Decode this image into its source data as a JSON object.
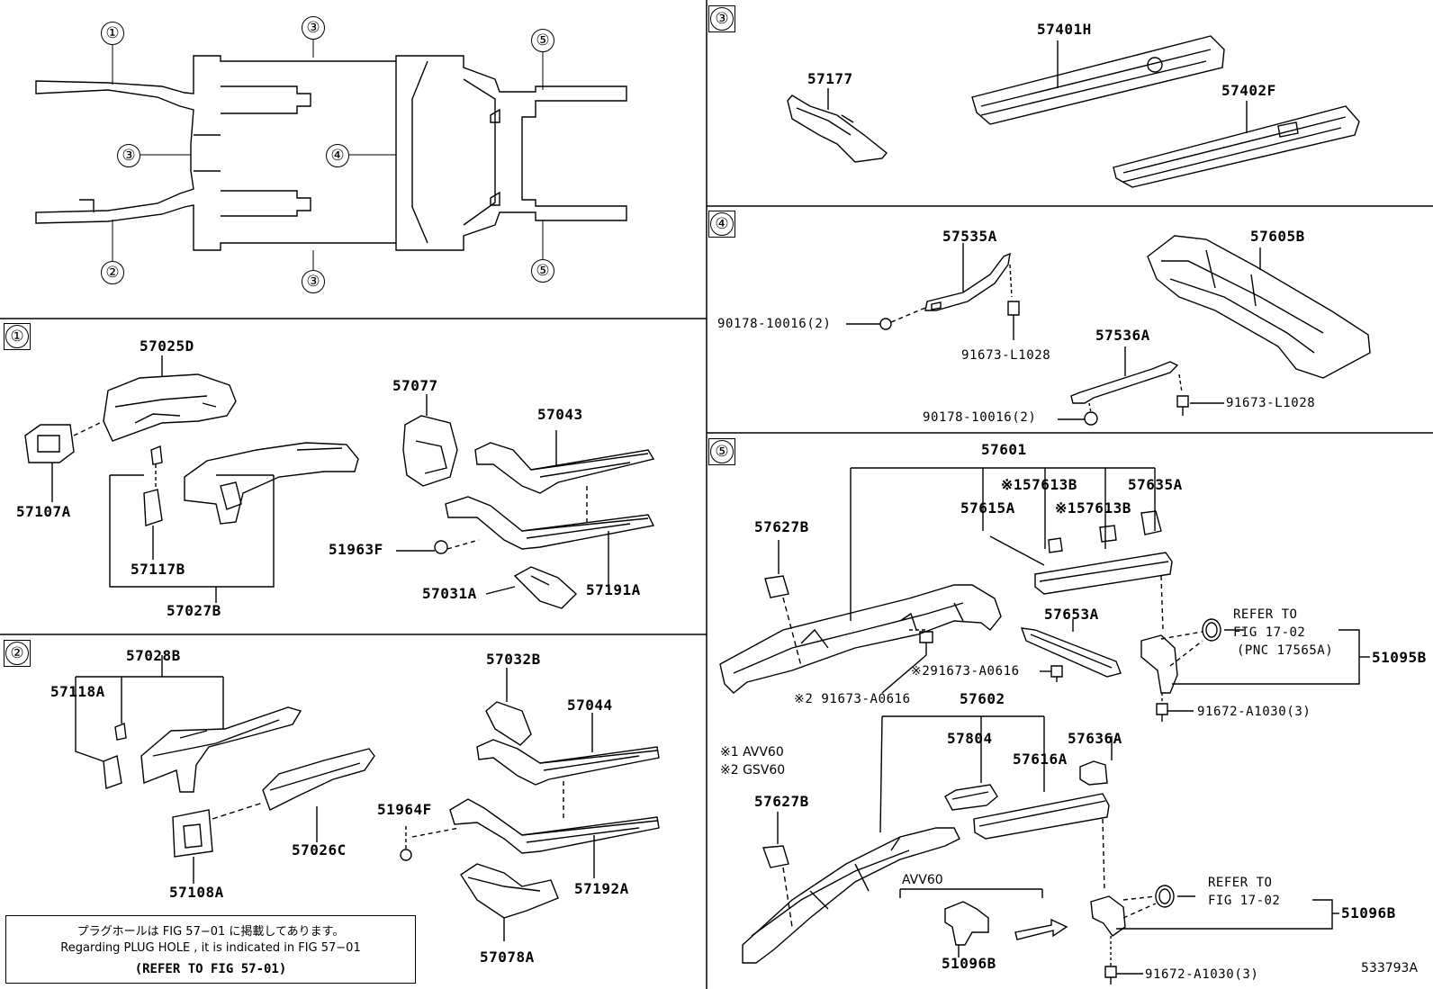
{
  "callouts": {
    "c1": "①",
    "c2": "②",
    "c3": "③",
    "c4": "④",
    "c5": "⑤"
  },
  "parts": {
    "p57401H": "57401H",
    "p57402F": "57402F",
    "p57177": "57177",
    "p57535A": "57535A",
    "p57605B": "57605B",
    "p90178a": "90178-10016(2)",
    "p91673a": "91673-L1028",
    "p57536A": "57536A",
    "p90178b": "90178-10016(2)",
    "p91673b": "91673-L1028",
    "p57025D": "57025D",
    "p57107A": "57107A",
    "p57077": "57077",
    "p57043": "57043",
    "p51963F": "51963F",
    "p57117B": "57117B",
    "p57027B": "57027B",
    "p57031A": "57031A",
    "p57191A": "57191A",
    "p57028B": "57028B",
    "p57118A": "57118A",
    "p57032B": "57032B",
    "p57044": "57044",
    "p51964F": "51964F",
    "p57026C": "57026C",
    "p57108A": "57108A",
    "p57192A": "57192A",
    "p57078A": "57078A",
    "p57601": "57601",
    "p57613Ba": "※157613B",
    "p57635A": "57635A",
    "p57615A": "57615A",
    "p57613Bb": "※157613B",
    "p57627Ba": "57627B",
    "p57653A": "57653A",
    "p51095B": "51095B",
    "p2_91673x": "※291673-A0616",
    "p2_91673y": "※2 91673-A0616",
    "p91672a": "91672-A1030(3)",
    "p57602": "57602",
    "p57804": "57804",
    "p57636A": "57636A",
    "p57616A": "57616A",
    "p57627Bb": "57627B",
    "p51096Ba": "51096B",
    "p51096Bb": "51096B",
    "p91672b": "91672-A1030(3)"
  },
  "refs": {
    "r1a": "REFER TO",
    "r1b": "FIG 17-02",
    "r1c": "(PNC 17565A)",
    "r2a": "REFER TO",
    "r2b": "FIG 17-02"
  },
  "legend": {
    "l1": "※1 AVV60",
    "l2": "※2 GSV60",
    "avv": "AVV60"
  },
  "notebox": {
    "jp": "プラグホールは FIG 57−01 に掲載してあります。",
    "en": "Regarding  PLUG  HOLE , it is indicated in  FIG  57−01",
    "ref": "(REFER TO FIG 57-01)"
  },
  "figure_id": "533793A"
}
